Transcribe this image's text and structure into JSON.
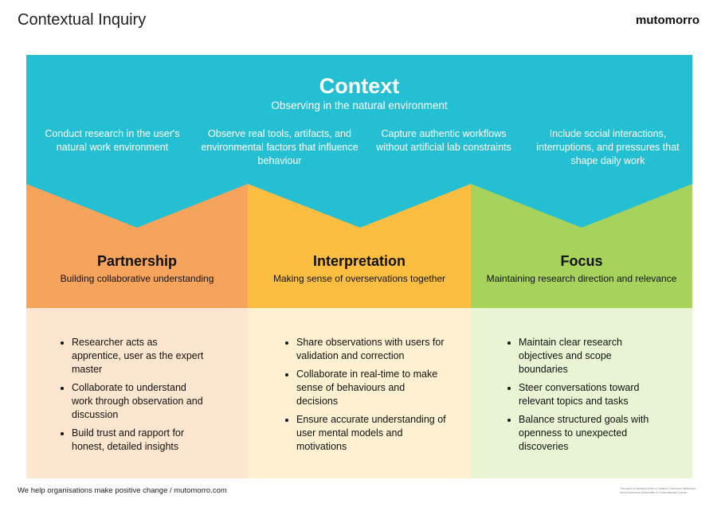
{
  "header": {
    "title": "Contextual Inquiry",
    "brand": "mutomorro"
  },
  "colors": {
    "context": "#25BFD3",
    "partnership": "#F6A35B",
    "interpretation": "#FBBE41",
    "focus": "#A7D25B",
    "partnership_light": "#FDE6CF",
    "interpretation_light": "#FEF0D0",
    "focus_light": "#E9F4D5"
  },
  "context": {
    "title": "Context",
    "subtitle": "Observing in the natural environment",
    "items": [
      "Conduct research in the user's natural work environment",
      "Observe real tools, artifacts, and environmental factors that influence behaviour",
      "Capture authentic workflows without artificial lab constraints",
      "Include social interactions, interruptions, and pressures that shape daily work"
    ]
  },
  "pillars": [
    {
      "title": "Partnership",
      "subtitle": "Building collaborative understanding",
      "bullets": [
        "Researcher acts as apprentice, user as the expert master",
        "Collaborate to understand work through observation and discussion",
        "Build trust and rapport for honest, detailed insights"
      ]
    },
    {
      "title": "Interpretation",
      "subtitle": "Making sense of overservations together",
      "bullets": [
        "Share observations with users for validation and correction",
        "Collaborate in real-time to make sense of behaviours and decisions",
        "Ensure accurate understanding of user mental models and motivations"
      ]
    },
    {
      "title": "Focus",
      "subtitle": "Maintaining research direction and relevance",
      "bullets": [
        "Maintain clear research objectives and scope boundaries",
        "Steer conversations toward relevant topics and tasks",
        "Balance structured goals with openness to unexpected discoveries"
      ]
    }
  ],
  "footer": {
    "tagline": "We help organisations make positive change / mutomorro.com",
    "license": "This work is licensed under a Creative Commons Attribution-NonCommercial-ShareAlike 4.0 International License"
  }
}
